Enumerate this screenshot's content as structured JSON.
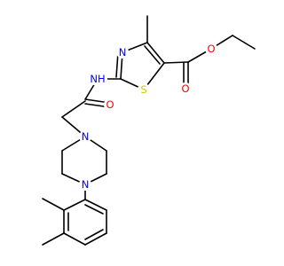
{
  "molecule": {
    "atom_labels": {
      "ester_o_single": "O",
      "ester_o_double": "O",
      "thiazole_n": "N",
      "thiazole_s": "S",
      "amide_nh": "NH",
      "amide_o": "O",
      "piperazine_n1": "N",
      "piperazine_n4": "N"
    },
    "colors": {
      "carbon": "#000000",
      "oxygen": "#ff0000",
      "nitrogen": "#0000ff",
      "sulfur": "#cccc00"
    }
  }
}
